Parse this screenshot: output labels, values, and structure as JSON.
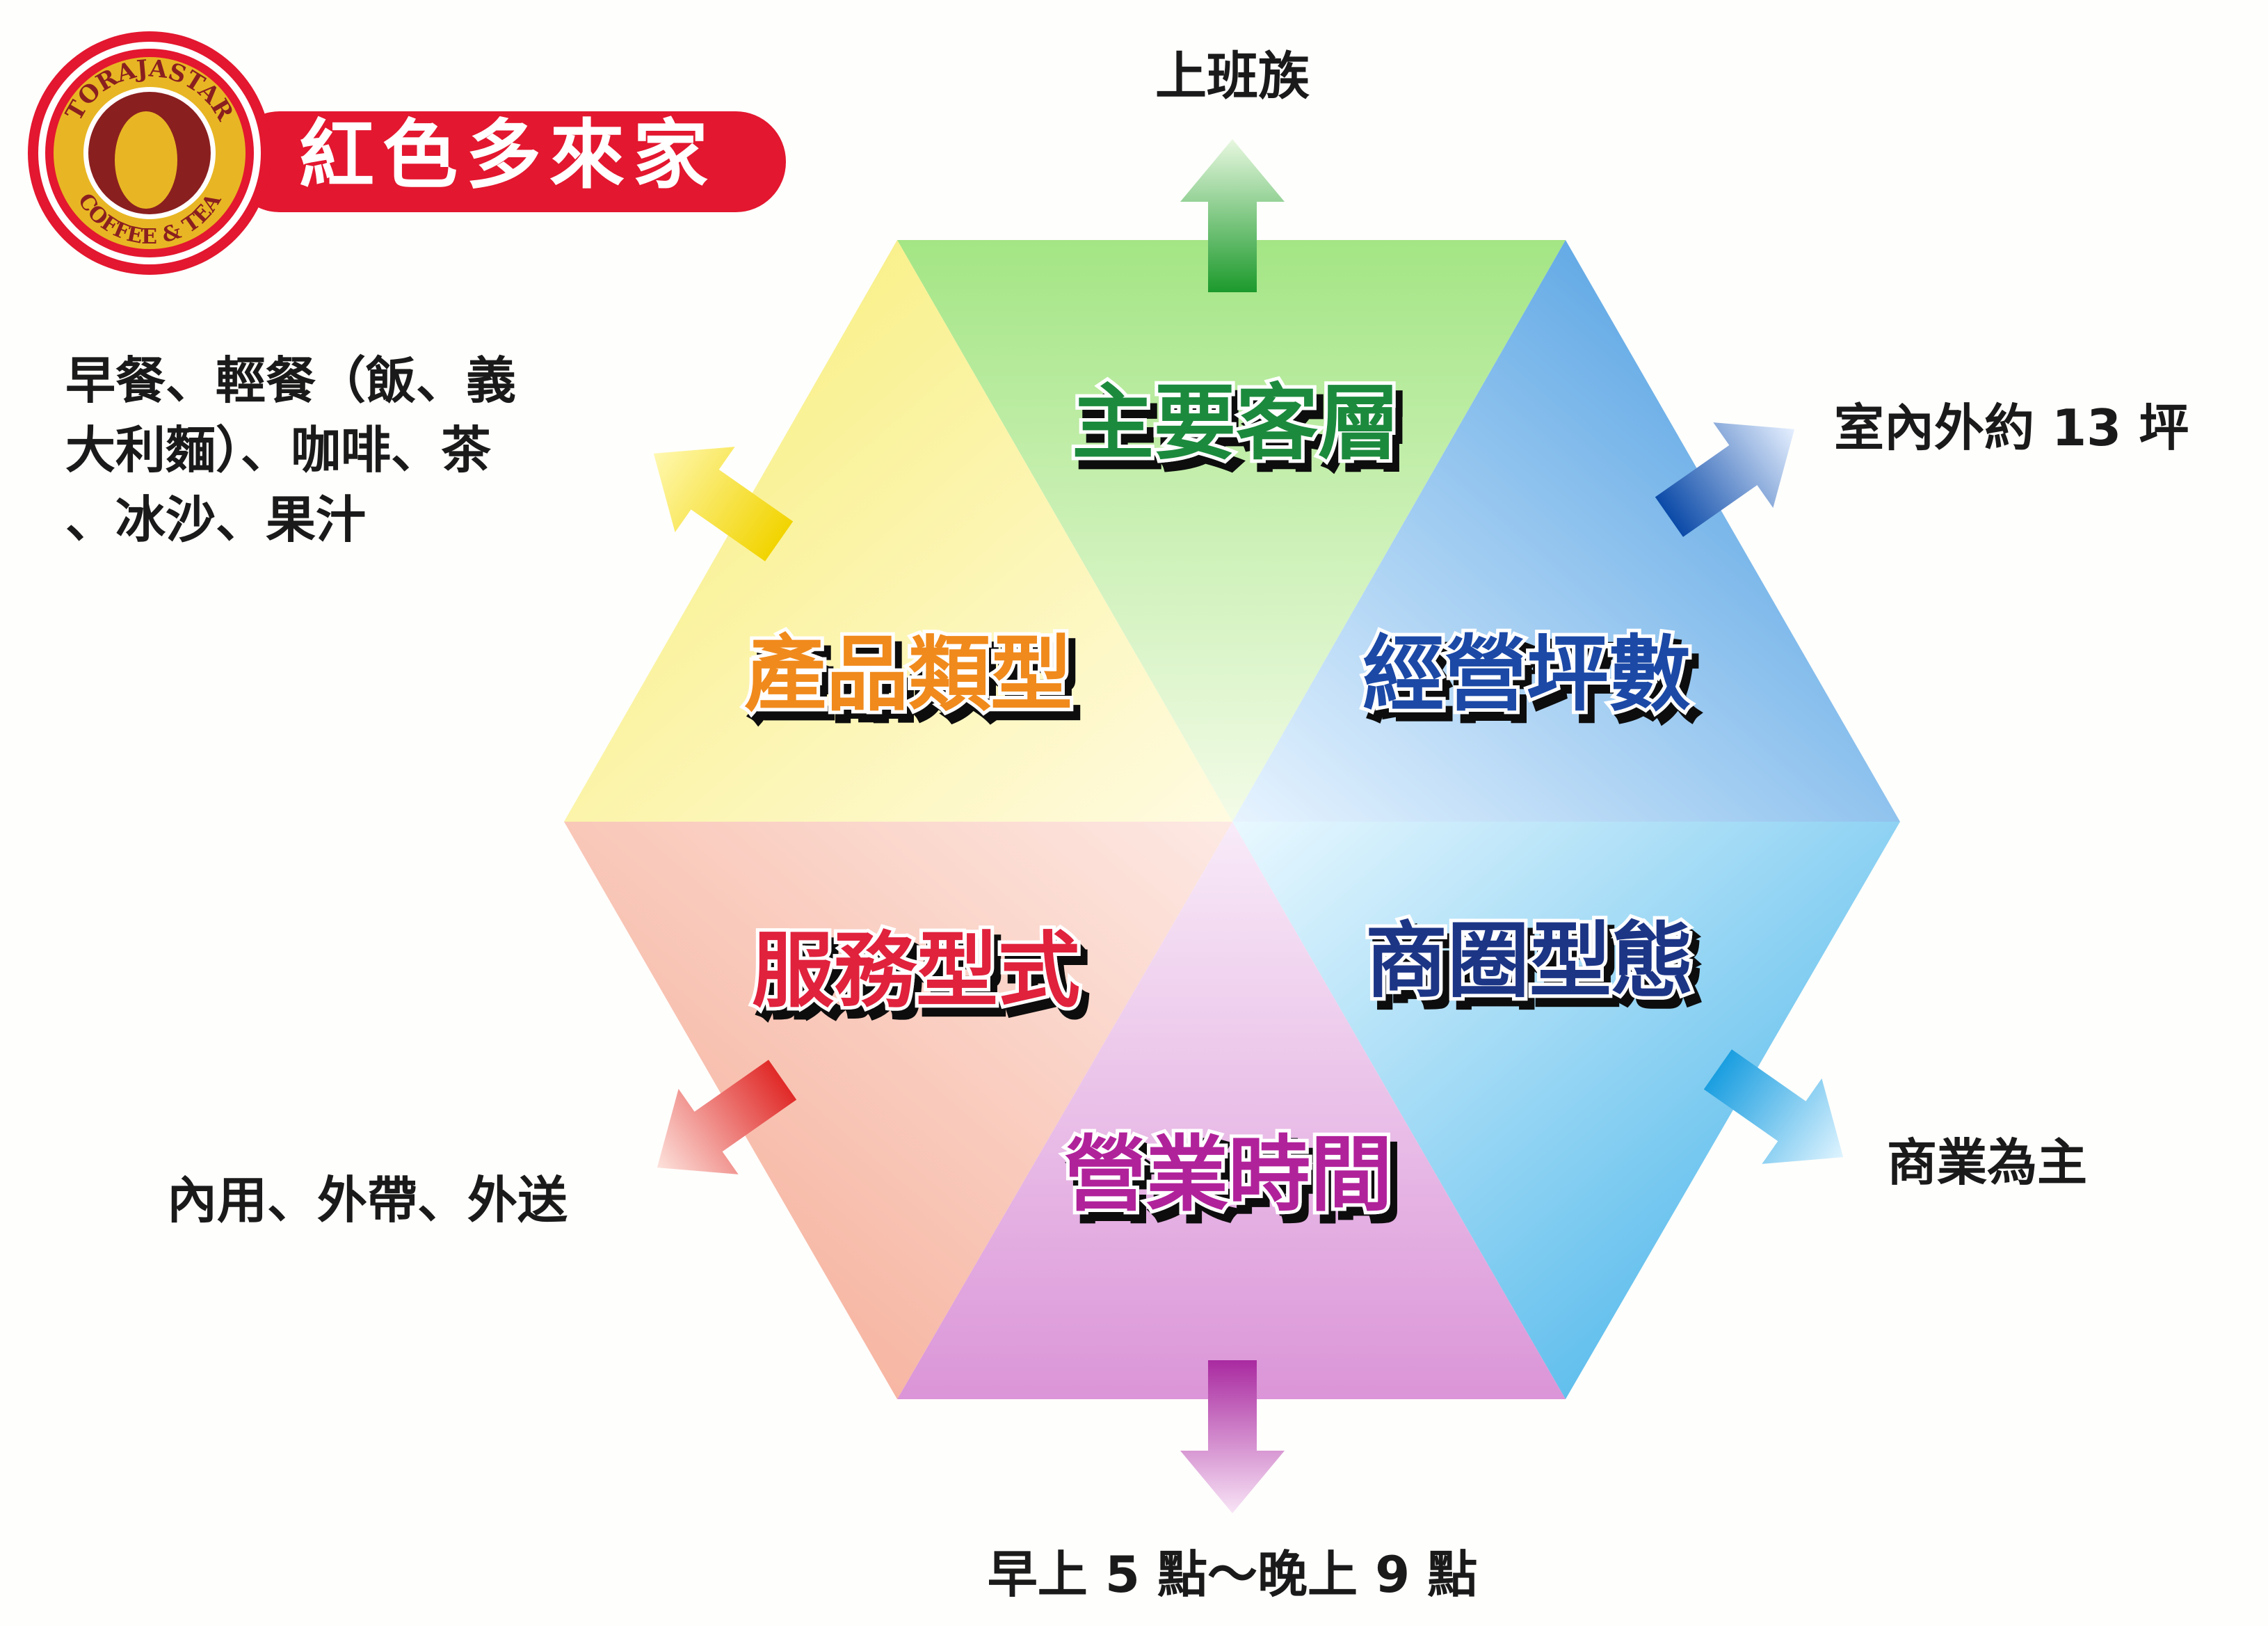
{
  "logo": {
    "ring_text_top": "TORAJASTAR",
    "ring_text_bottom": "COFFEE & TEA",
    "brand_name": "紅色多來家",
    "brand_color": "#e3172f"
  },
  "hexagon": {
    "segments": [
      {
        "label": "主要客層",
        "color": "#1d8a3c",
        "detail": "上班族"
      },
      {
        "label": "經營坪數",
        "color": "#1a4aa6",
        "detail": "室內外約 13 坪"
      },
      {
        "label": "商圈型態",
        "color": "#1f3585",
        "detail": "商業為主"
      },
      {
        "label": "營業時間",
        "color": "#b0229a",
        "detail": "早上 5 點～晚上 9 點"
      },
      {
        "label": "服務型式",
        "color": "#e0203c",
        "detail": "內用、外帶、外送"
      },
      {
        "label": "產品類型",
        "color": "#f08a1c",
        "detail_lines": [
          "早餐、輕餐（飯、義",
          "大利麵）、咖啡、茶",
          "、冰沙、果汁"
        ]
      }
    ]
  }
}
